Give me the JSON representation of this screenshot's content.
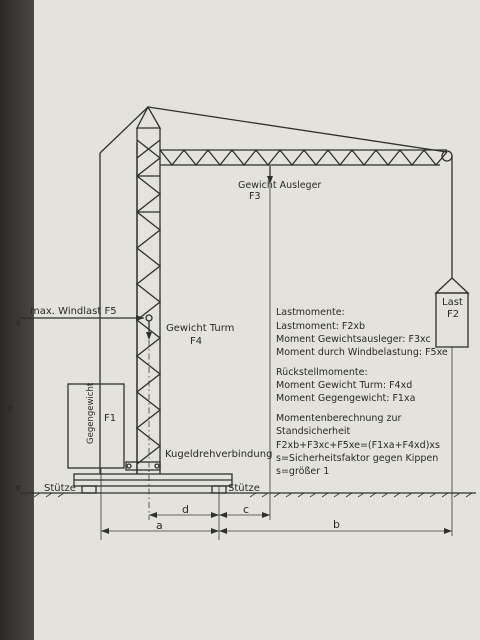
{
  "labels": {
    "gewicht_ausleger": "Gewicht Ausleger",
    "f3": "F3",
    "max_windlast": "max. Windlast F5",
    "gewicht_turm": "Gewicht Turm",
    "f4": "F4",
    "gegengewicht": "Gegengewicht",
    "f1": "F1",
    "kugeldreh": "Kugeldrehverbindung",
    "stuetze_left": "Stütze",
    "stuetze_right": "Stütze",
    "last": "Last",
    "f2": "F2",
    "dim_e": "e",
    "dim_d": "d",
    "dim_c": "c",
    "dim_a": "a",
    "dim_b": "b"
  },
  "notes": {
    "lastmomente_title": "Lastmomente:",
    "lastmoment": "Lastmoment:  F2xb",
    "moment_ausleger": "Moment Gewichtsausleger:  F3xc",
    "moment_wind": "Moment durch Windbelastung:  F5xe",
    "rueck_title": "Rückstellmomente:",
    "moment_turm": "Moment Gewicht Turm:  F4xd",
    "moment_gegen": "Moment Gegengewicht:  F1xa",
    "berechnung_1": "Momentenberechnung zur",
    "berechnung_2": "Standsicherheit",
    "formel": "F2xb+F3xc+F5xe=(F1xa+F4xd)xs",
    "s_def": "s=Sicherheitsfaktor gegen Kippen",
    "s_cond": "s=größer 1"
  }
}
